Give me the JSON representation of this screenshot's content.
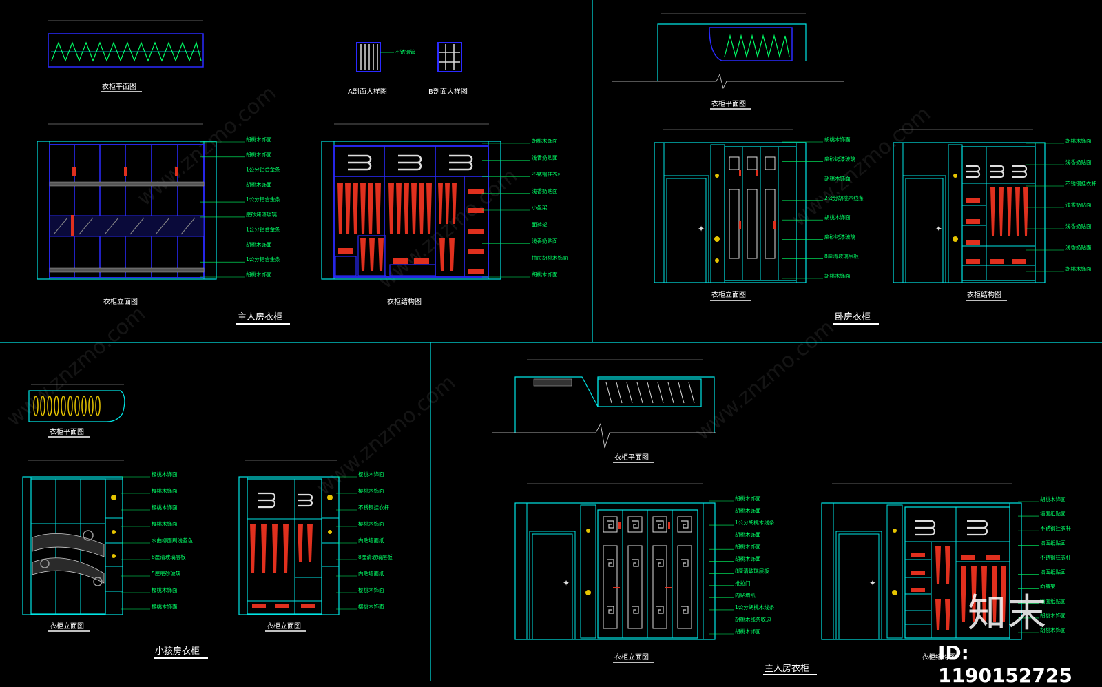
{
  "colors": {
    "background": "#000000",
    "frame": "#00e5e5",
    "note_text": "#00ff66",
    "blue": "#2a2aff",
    "red": "#e0301e",
    "yellow": "#e6c400",
    "white": "#ffffff"
  },
  "watermark": "www.znzmo.com",
  "brand": "知末",
  "id_label": "ID: 1190152725",
  "panel_tl": {
    "plan_title": "衣柜平面图",
    "section_a": "A剖面大样图",
    "section_b": "B剖面大样图",
    "section_note": "不锈钢管",
    "elev_title": "衣柜立面图",
    "struct_title": "衣柜结构图",
    "section_title": "主人房衣柜",
    "elev_notes": [
      "胡桃木饰面",
      "胡桃木饰面",
      "1公分铝合金条",
      "胡桃木饰面",
      "1公分铝合金条",
      "磨砂烤漆玻璃",
      "1公分铝合金条",
      "胡桃木饰面",
      "1公分铝合金条",
      "胡桃木饰面"
    ],
    "struct_notes": [
      "胡桃木饰面",
      "浅香奶贴面",
      "不锈钢挂衣杆",
      "浅香奶贴面",
      "小盘架",
      "面裤架",
      "浅香奶贴面",
      "抽屉胡桃木饰面",
      "胡桃木饰面"
    ]
  },
  "panel_tr": {
    "plan_title": "衣柜平面图",
    "elev_title": "衣柜立面图",
    "struct_title": "衣柜结构图",
    "section_title": "卧房衣柜",
    "elev_notes": [
      "胡桃木饰面",
      "磨砂烤漆玻璃",
      "胡桃木饰面",
      "2公分胡桃木线条",
      "胡桃木饰面",
      "磨砂烤漆玻璃",
      "8厘清玻璃层板",
      "胡桃木饰面"
    ],
    "struct_notes": [
      "胡桃木饰面",
      "浅香奶贴面",
      "不锈钢挂衣杆",
      "浅香奶贴面",
      "浅香奶贴面",
      "浅香奶贴面",
      "胡桃木饰面"
    ]
  },
  "panel_bl": {
    "plan_title": "衣柜平面图",
    "elev_title": "衣柜立面图",
    "elev2_title": "衣柜立面图",
    "section_title": "小孩房衣柜",
    "elev_notes": [
      "樱桃木饰面",
      "樱桃木饰面",
      "樱桃木饰面",
      "樱桃木饰面",
      "水曲柳面刷浅蓝色",
      "8厘清玻璃层板",
      "5厘磨砂玻璃",
      "樱桃木饰面",
      "樱桃木饰面"
    ],
    "elev2_notes": [
      "樱桃木饰面",
      "樱桃木饰面",
      "不锈钢挂衣杆",
      "樱桃木饰面",
      "内贴墙面纸",
      "8厘清玻璃层板",
      "内贴墙面纸",
      "樱桃木饰面",
      "樱桃木饰面"
    ]
  },
  "panel_br": {
    "plan_title": "衣柜平面图",
    "elev_title": "衣柜立面图",
    "struct_title": "衣柜结构图",
    "section_title": "主人房衣柜",
    "elev_notes": [
      "胡桃木饰面",
      "胡桃木饰面",
      "1公分胡桃木线条",
      "胡桃木饰面",
      "胡桃木饰面",
      "胡桃木饰面",
      "8厘清玻璃层板",
      "推拉门",
      "内贴墙纸",
      "1公分胡桃木线条",
      "胡桃木线条收边",
      "胡桃木饰面"
    ],
    "struct_notes": [
      "胡桃木饰面",
      "墙面纸贴面",
      "不锈钢挂衣杆",
      "墙面纸贴面",
      "不锈钢挂衣杆",
      "墙面纸贴面",
      "面裤架",
      "墙面纸贴面",
      "胡桃木饰面",
      "胡桃木饰面"
    ]
  }
}
